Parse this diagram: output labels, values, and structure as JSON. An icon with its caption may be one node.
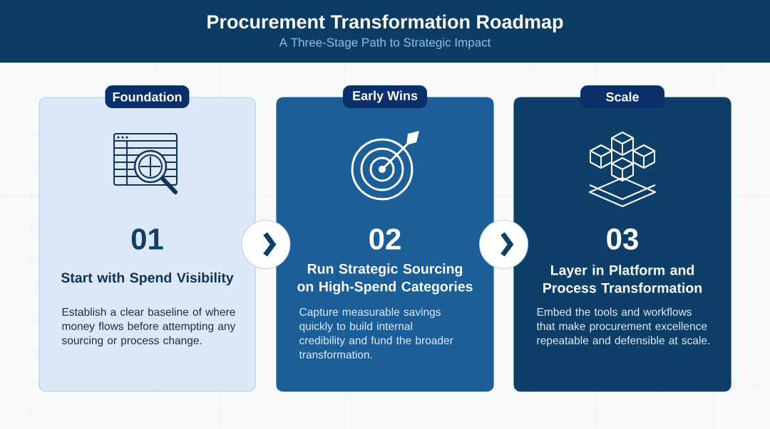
{
  "diagram": {
    "title": "Procurement Transformation Roadmap",
    "nodes": [
      {
        "text": [
          "Foundation",
          "01",
          "Start with Spend Visibility",
          "Establish a clear baseline of where money flows before attempting any sourcing or process change."
        ]
      },
      {
        "text": [
          "Early Wins",
          "02",
          "Run Strategic Sourcing on High-Spend Categories",
          "Capture measurable savings quickly to build internal credibility and fund the broader transformation."
        ]
      },
      {
        "text": [
          "Scale",
          "03",
          "Layer in Platform and Process Transformation",
          "Embed the tools and workflows that make procurement excellence repeatable and defensible at scale."
        ]
      }
    ],
    "edges": [
      {
        "from": 0,
        "to": 1,
        "arrow": "to"
      },
      {
        "from": 1,
        "to": 2,
        "arrow": "to"
      }
    ],
    "labels": [
      "A Three-Stage Path to Strategic Impact"
    ]
  }
}
